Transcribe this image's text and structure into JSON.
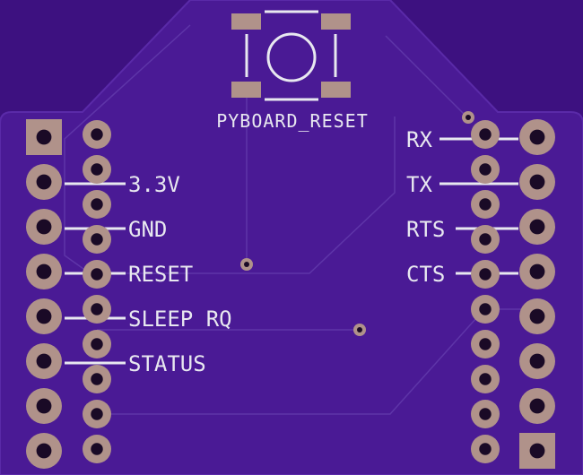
{
  "colors": {
    "background": "#3d1180",
    "board": "#4a1a95",
    "board_edge": "#5a2aa8",
    "trace": "#5e35a8",
    "pad": "#b0928a",
    "hole": "#1a0a26",
    "silk": "#e8e8f0"
  },
  "button": {
    "label": "PYBOARD_RESET"
  },
  "left_labels": [
    "3.3V",
    "GND",
    "RESET",
    "SLEEP RQ",
    "STATUS"
  ],
  "right_labels": [
    "RX",
    "TX",
    "RTS",
    "CTS"
  ],
  "left_header": {
    "pin_count": 8,
    "square_pad": 1
  },
  "right_header": {
    "pin_count": 8,
    "square_pad": 8
  },
  "icons": {
    "button": "tactile-switch-icon",
    "via": "via-icon"
  }
}
